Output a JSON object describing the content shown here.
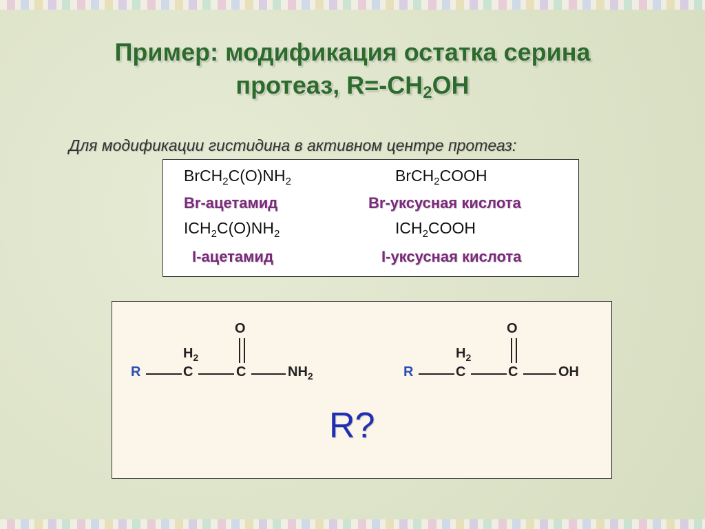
{
  "title": {
    "line1": "Пример: модификация остатка серина",
    "line2_pre": "протеаз, R=-CH",
    "line2_sub": "2",
    "line2_post": "OH"
  },
  "subtitle": "Для модификации гистидина в активном центре протеаз:",
  "reagents": {
    "r1": {
      "pre": "BrCH",
      "sub": "2",
      "mid": "C(O)NH",
      "sub2": "2"
    },
    "r2": {
      "pre": "BrCH",
      "sub": "2",
      "post": "COOH"
    },
    "r1_name": "Br-ацетамид",
    "r2_name": "Br-уксусная кислота",
    "r3": {
      "pre": "ICH",
      "sub": "2",
      "mid": "C(O)NH",
      "sub2": "2"
    },
    "r4": {
      "pre": "ICH",
      "sub": "2",
      "post": "COOH"
    },
    "r3_name": "I-ацетамид",
    "r4_name": "I-уксусная кислота"
  },
  "structures": {
    "left": {
      "r": "R",
      "c1": "C",
      "h": "H",
      "h_sub": "2",
      "c2": "C",
      "o": "O",
      "end": "NH",
      "end_sub": "2"
    },
    "right": {
      "r": "R",
      "c1": "C",
      "h": "H",
      "h_sub": "2",
      "c2": "C",
      "o": "O",
      "end": "OH"
    },
    "question": "R?"
  },
  "colors": {
    "title": "#2d6b2d",
    "purple": "#7b2a7b",
    "r_blue": "#2a4fb3",
    "question_blue": "#1f2fb5"
  }
}
